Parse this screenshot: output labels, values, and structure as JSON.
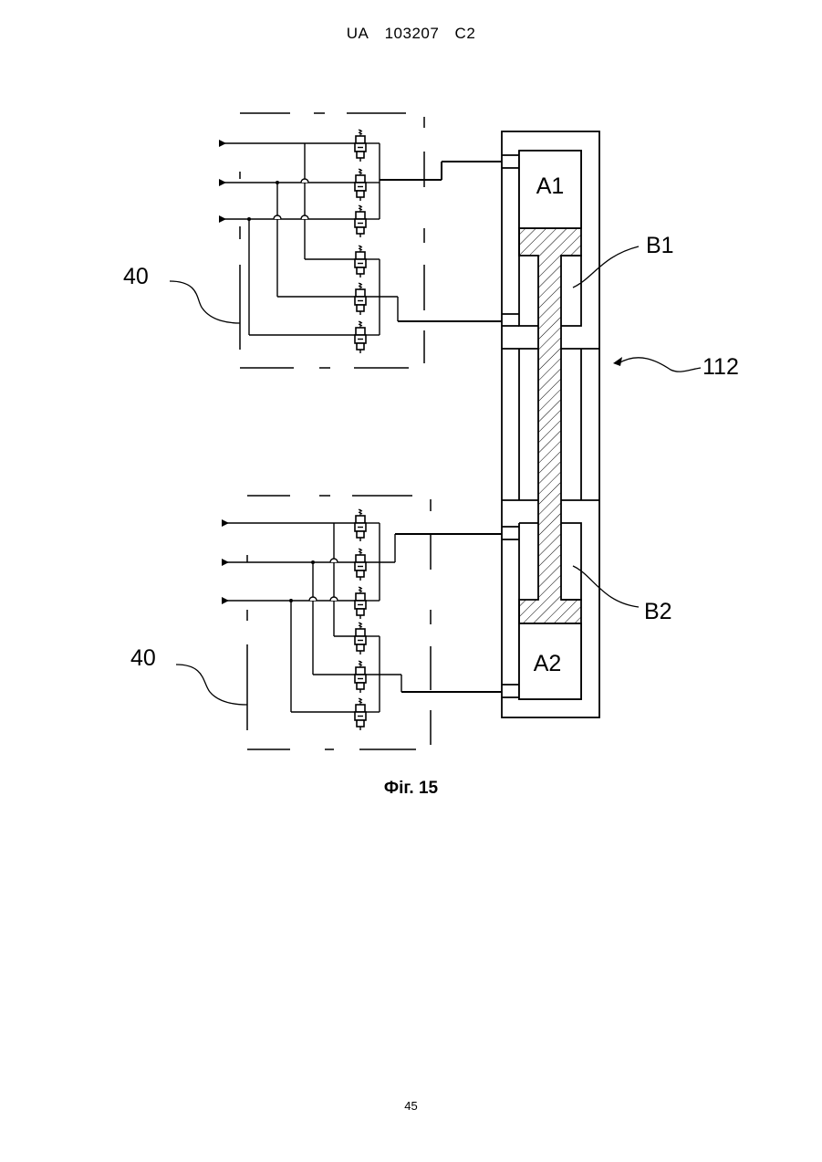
{
  "header": {
    "country": "UA",
    "number": "103207",
    "kind": "C2"
  },
  "diagram": {
    "block_top": "A1",
    "block_bottom": "A2",
    "label_b1": "B1",
    "label_b2": "B2",
    "label_device": "112",
    "label_module_top": "40",
    "label_module_bottom": "40"
  },
  "caption": "Фіг. 15",
  "page_number": "45"
}
